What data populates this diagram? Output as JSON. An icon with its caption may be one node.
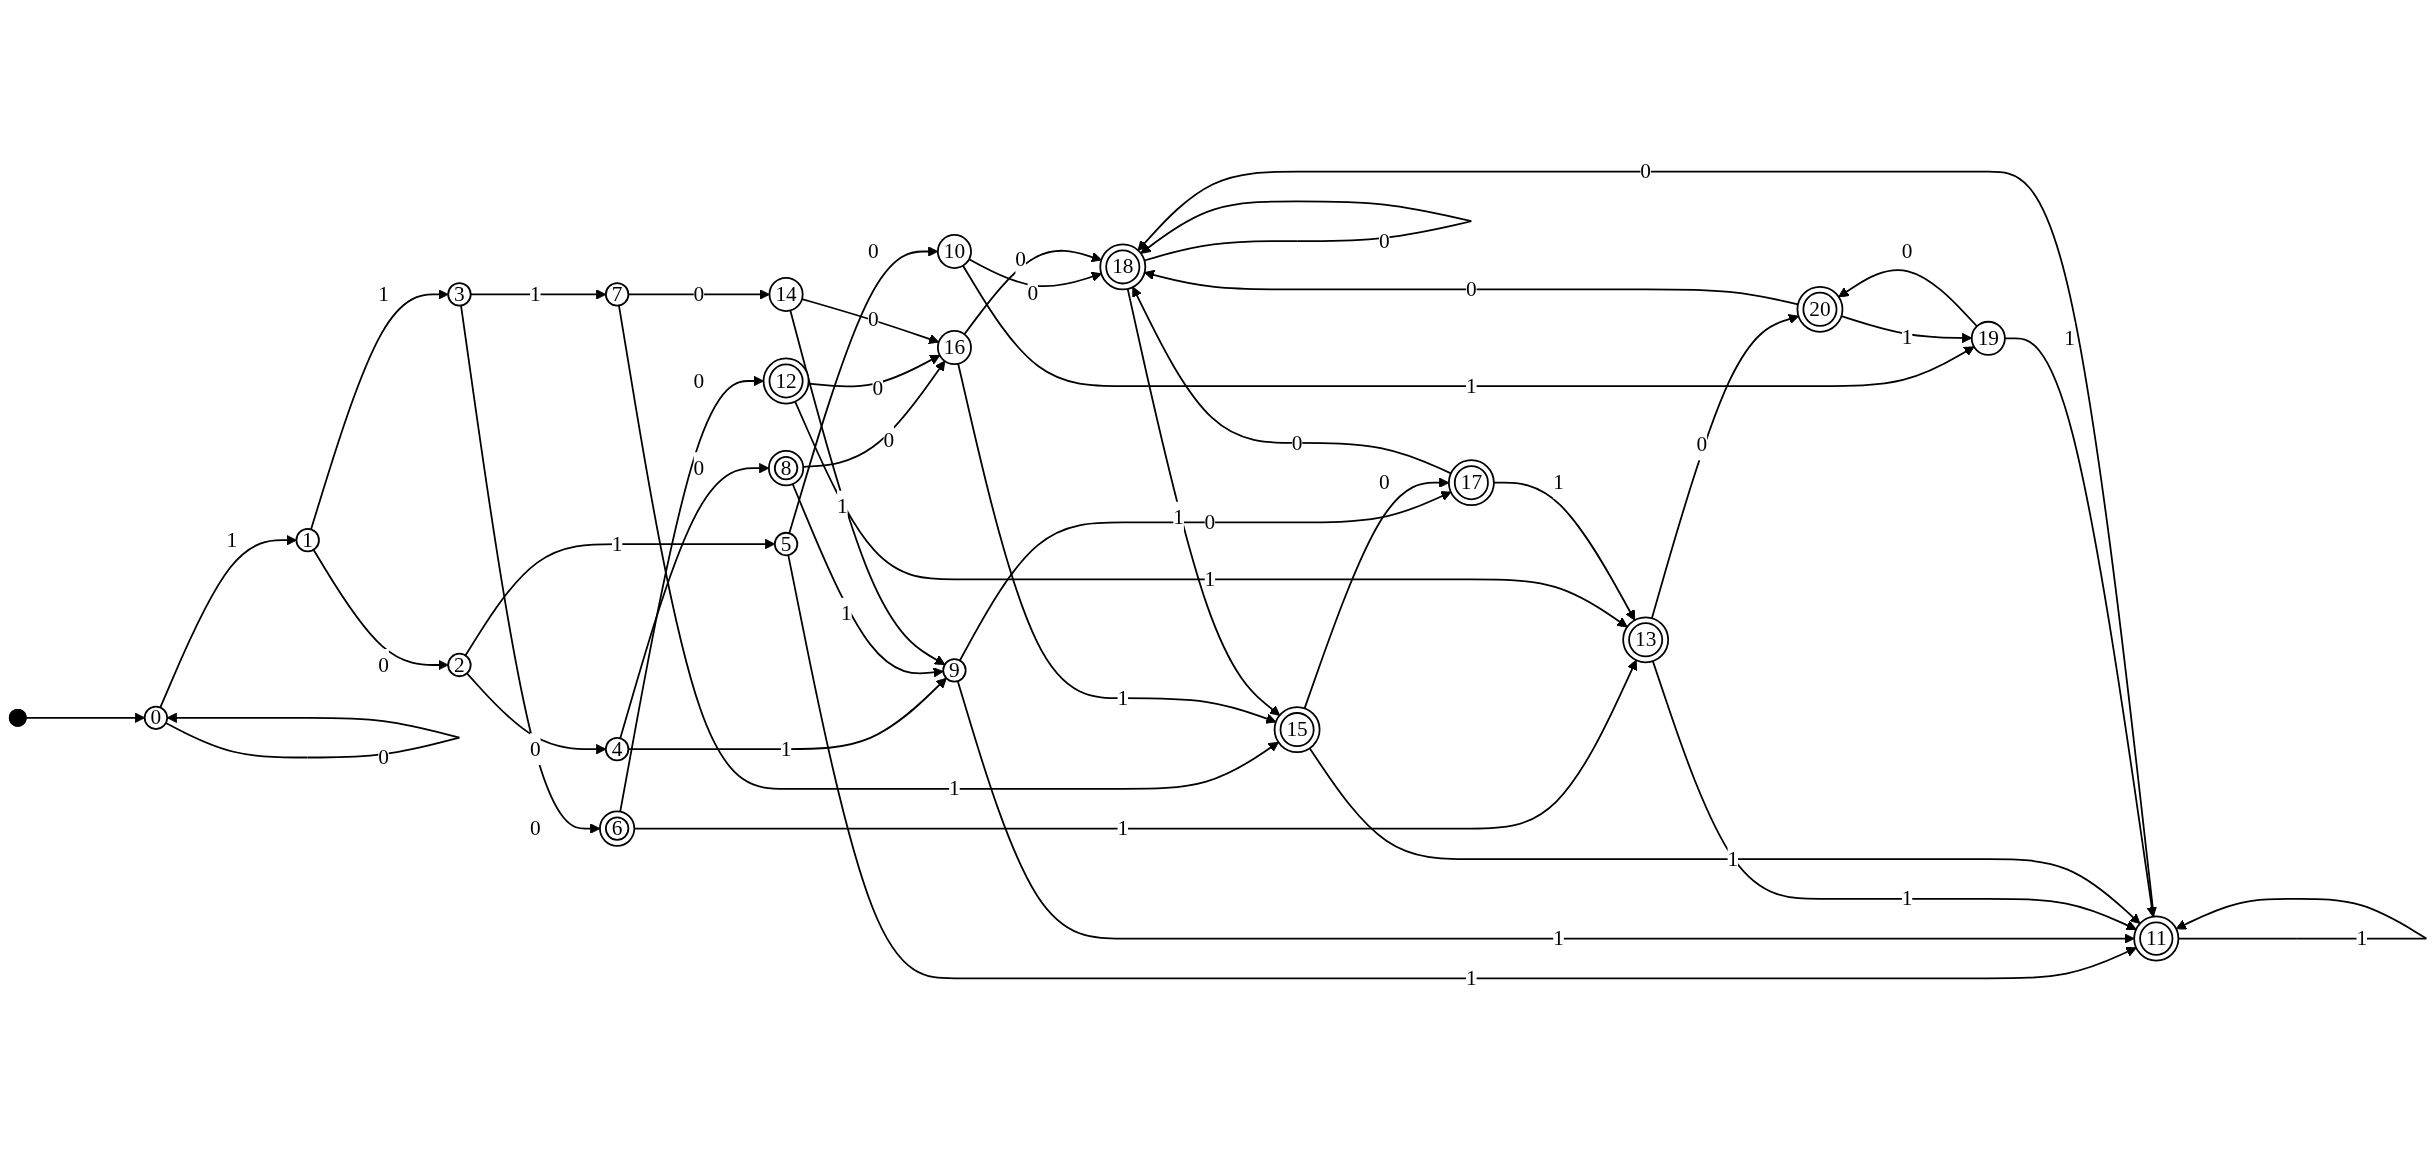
{
  "diagram": {
    "nodes": [
      {
        "text": [
          "0"
        ]
      },
      {
        "text": [
          "1"
        ]
      },
      {
        "text": [
          "2"
        ]
      },
      {
        "text": [
          "3"
        ]
      },
      {
        "text": [
          "4"
        ]
      },
      {
        "text": [
          "5"
        ]
      },
      {
        "text": [
          "6"
        ]
      },
      {
        "text": [
          "7"
        ]
      },
      {
        "text": [
          "8"
        ]
      },
      {
        "text": [
          "9"
        ]
      },
      {
        "text": [
          "10"
        ]
      },
      {
        "text": [
          "11"
        ]
      },
      {
        "text": [
          "12"
        ]
      },
      {
        "text": [
          "13"
        ]
      },
      {
        "text": [
          "14"
        ]
      },
      {
        "text": [
          "15"
        ]
      },
      {
        "text": [
          "16"
        ]
      },
      {
        "text": [
          "17"
        ]
      },
      {
        "text": [
          "18"
        ]
      },
      {
        "text": [
          "19"
        ]
      },
      {
        "text": [
          "20"
        ]
      },
      {
        "text": [],
        "shape": "circle"
      }
    ],
    "edges": [
      {
        "from": 21,
        "to": 0,
        "arrow": "to"
      },
      {
        "from": 0,
        "to": 0,
        "arrow": "to",
        "label": "0"
      },
      {
        "from": 0,
        "to": 1,
        "arrow": "to",
        "label": "1"
      },
      {
        "from": 1,
        "to": 2,
        "arrow": "to",
        "label": "0"
      },
      {
        "from": 1,
        "to": 3,
        "arrow": "to",
        "label": "1"
      },
      {
        "from": 2,
        "to": 4,
        "arrow": "to",
        "label": "0"
      },
      {
        "from": 2,
        "to": 5,
        "arrow": "to",
        "label": "1"
      },
      {
        "from": 3,
        "to": 6,
        "arrow": "to",
        "label": "0"
      },
      {
        "from": 3,
        "to": 7,
        "arrow": "to",
        "label": "1"
      },
      {
        "from": 4,
        "to": 8,
        "arrow": "to",
        "label": "0"
      },
      {
        "from": 4,
        "to": 9,
        "arrow": "to",
        "label": "1"
      },
      {
        "from": 5,
        "to": 10,
        "arrow": "to",
        "label": "0"
      },
      {
        "from": 5,
        "to": 11,
        "arrow": "to",
        "label": "1"
      },
      {
        "from": 6,
        "to": 12,
        "arrow": "to",
        "label": "0"
      },
      {
        "from": 6,
        "to": 13,
        "arrow": "to",
        "label": "1"
      },
      {
        "from": 7,
        "to": 14,
        "arrow": "to",
        "label": "0"
      },
      {
        "from": 7,
        "to": 15,
        "arrow": "to",
        "label": "1"
      },
      {
        "from": 8,
        "to": 16,
        "arrow": "to",
        "label": "0"
      },
      {
        "from": 8,
        "to": 9,
        "arrow": "to",
        "label": "1"
      },
      {
        "from": 9,
        "to": 17,
        "arrow": "to",
        "label": "0"
      },
      {
        "from": 9,
        "to": 11,
        "arrow": "to",
        "label": "1"
      },
      {
        "from": 10,
        "to": 18,
        "arrow": "to",
        "label": "0"
      },
      {
        "from": 10,
        "to": 19,
        "arrow": "to",
        "label": "1"
      },
      {
        "from": 11,
        "to": 18,
        "arrow": "to",
        "label": "0"
      },
      {
        "from": 11,
        "to": 11,
        "arrow": "to",
        "label": "1"
      },
      {
        "from": 12,
        "to": 16,
        "arrow": "to",
        "label": "0"
      },
      {
        "from": 12,
        "to": 13,
        "arrow": "to",
        "label": "1"
      },
      {
        "from": 13,
        "to": 20,
        "arrow": "to",
        "label": "0"
      },
      {
        "from": 13,
        "to": 11,
        "arrow": "to",
        "label": "1"
      },
      {
        "from": 14,
        "to": 16,
        "arrow": "to",
        "label": "0"
      },
      {
        "from": 14,
        "to": 9,
        "arrow": "to",
        "label": "1"
      },
      {
        "from": 15,
        "to": 17,
        "arrow": "to",
        "label": "0"
      },
      {
        "from": 15,
        "to": 11,
        "arrow": "to",
        "label": "1"
      },
      {
        "from": 16,
        "to": 18,
        "arrow": "to",
        "label": "0"
      },
      {
        "from": 16,
        "to": 15,
        "arrow": "to",
        "label": "1"
      },
      {
        "from": 17,
        "to": 18,
        "arrow": "to",
        "label": "0"
      },
      {
        "from": 17,
        "to": 13,
        "arrow": "to",
        "label": "1"
      },
      {
        "from": 18,
        "to": 18,
        "arrow": "to",
        "label": "0"
      },
      {
        "from": 18,
        "to": 15,
        "arrow": "to",
        "label": "1"
      },
      {
        "from": 19,
        "to": 20,
        "arrow": "to",
        "label": "0"
      },
      {
        "from": 19,
        "to": 11,
        "arrow": "to",
        "label": "1"
      },
      {
        "from": 20,
        "to": 18,
        "arrow": "to",
        "label": "0"
      },
      {
        "from": 20,
        "to": 19,
        "arrow": "to",
        "label": "1"
      }
    ]
  }
}
